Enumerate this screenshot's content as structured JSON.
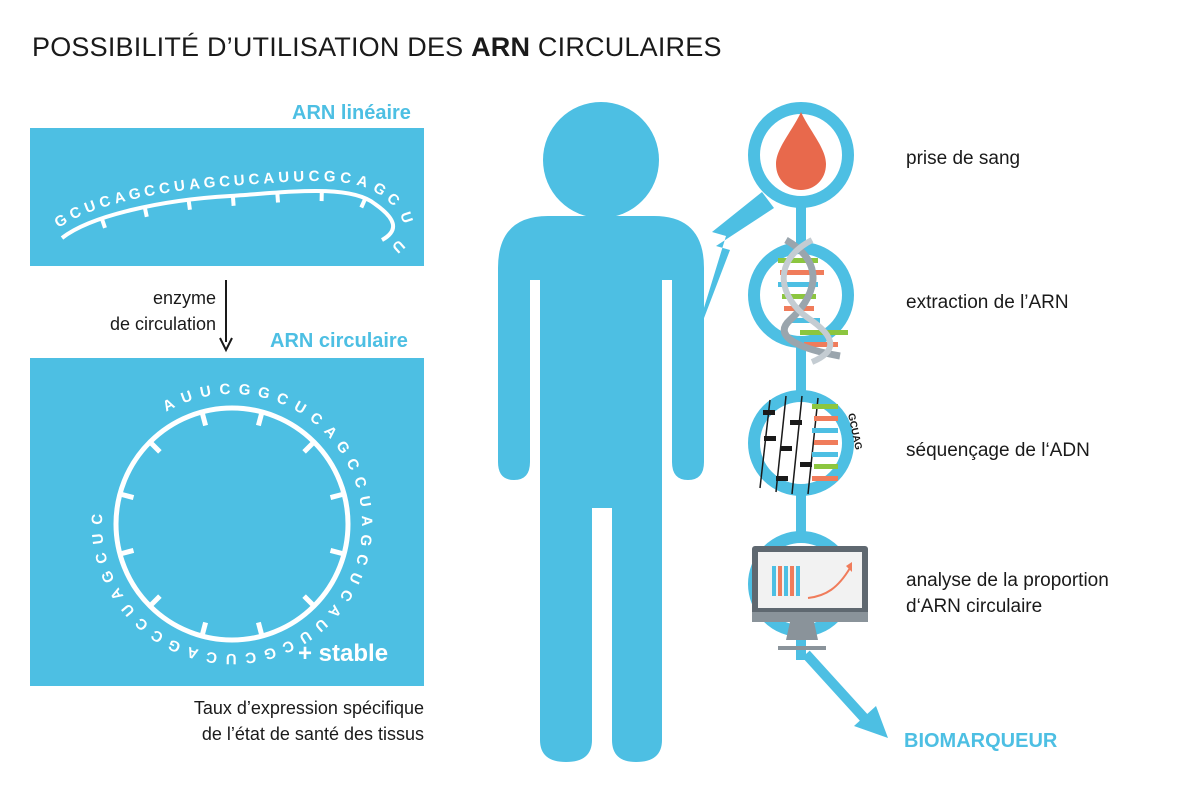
{
  "title": {
    "part1": "POSSIBILITÉ D’UTILISATION DES ",
    "bold": "ARN",
    "part2": " CIRCULAIRES"
  },
  "linear": {
    "label": "ARN linéaire",
    "sequence": [
      "G",
      "C",
      "U",
      "C",
      "A",
      "G",
      "C",
      "C",
      "U",
      "A",
      "G",
      "C",
      "U",
      "C",
      "A",
      "U",
      "U",
      "C",
      "G",
      "C",
      "A",
      "G",
      "C",
      "U",
      "U"
    ]
  },
  "arrow_label": {
    "line1": "enzyme",
    "line2": "de circulation"
  },
  "circular": {
    "label": "ARN circulaire",
    "sequence": [
      "A",
      "U",
      "U",
      "C",
      "G",
      "G",
      "C",
      "U",
      "C",
      "A",
      "G",
      "C",
      "C",
      "U",
      "A",
      "G",
      "C",
      "U",
      "C",
      "A",
      "U",
      "U",
      "C",
      "G",
      "C",
      "U",
      "C",
      "A",
      "G",
      "C",
      "C",
      "U",
      "A",
      "G",
      "C",
      "U",
      "C"
    ],
    "stable": "+ stable"
  },
  "caption": {
    "line1": "Taux d’expression spécifique",
    "line2": "de l’état de santé des tissus"
  },
  "steps": [
    {
      "label": "prise de sang"
    },
    {
      "label": "extraction de l’ARN"
    },
    {
      "label": "séquençage de l‘ADN"
    },
    {
      "label_line1": "analyse de la proportion",
      "label_line2": "d‘ARN circulaire"
    }
  ],
  "sequencing_letters": "GCUAG",
  "biomarker": "BIOMARQUEUR",
  "colors": {
    "accent": "#4dbfe3",
    "blood": "#e8694c",
    "green": "#8cc63f",
    "orange": "#f07c5b",
    "dark": "#1a1a1a"
  }
}
